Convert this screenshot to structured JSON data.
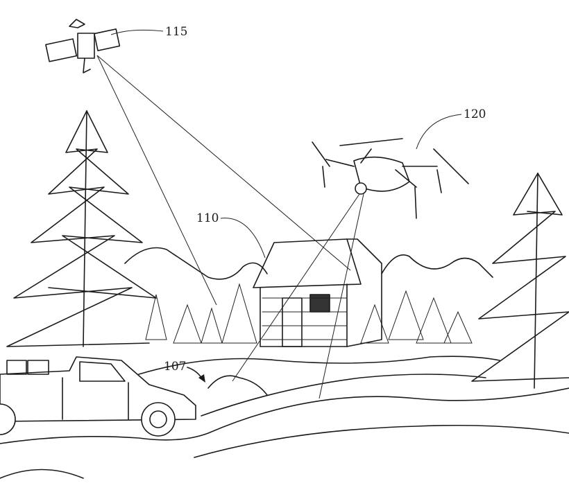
{
  "figure": {
    "labels": {
      "satellite": "115",
      "drone": "120",
      "cabin": "110",
      "vehicle_target": "107"
    },
    "colors": {
      "ink": "#1a1a1a",
      "background": "#ffffff"
    }
  }
}
